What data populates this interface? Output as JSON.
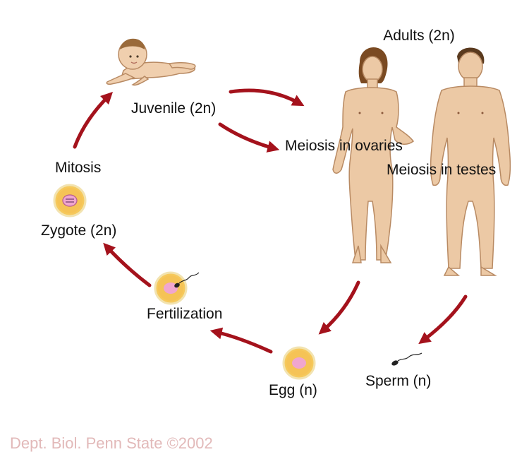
{
  "labels": {
    "adults": "Adults (2n)",
    "juvenile": "Juvenile (2n)",
    "meiosis_ovaries": "Meiosis in ovaries",
    "meiosis_testes": "Meiosis in testes",
    "mitosis": "Mitosis",
    "zygote": "Zygote (2n)",
    "fertilization": "Fertilization",
    "egg": "Egg (n)",
    "sperm": "Sperm (n)"
  },
  "credit": "Dept. Biol. Penn State ©2002",
  "colors": {
    "arrow": "#a4121c",
    "cell_outer": "#f6c95c",
    "cell_inner": "#f0a6cf",
    "credit_text": "#e2b9b9"
  },
  "icons": [
    "baby-illustration",
    "adult-female-illustration",
    "adult-male-illustration",
    "zygote-cell-icon",
    "fertilization-cell-icon",
    "egg-cell-icon",
    "sperm-icon"
  ]
}
